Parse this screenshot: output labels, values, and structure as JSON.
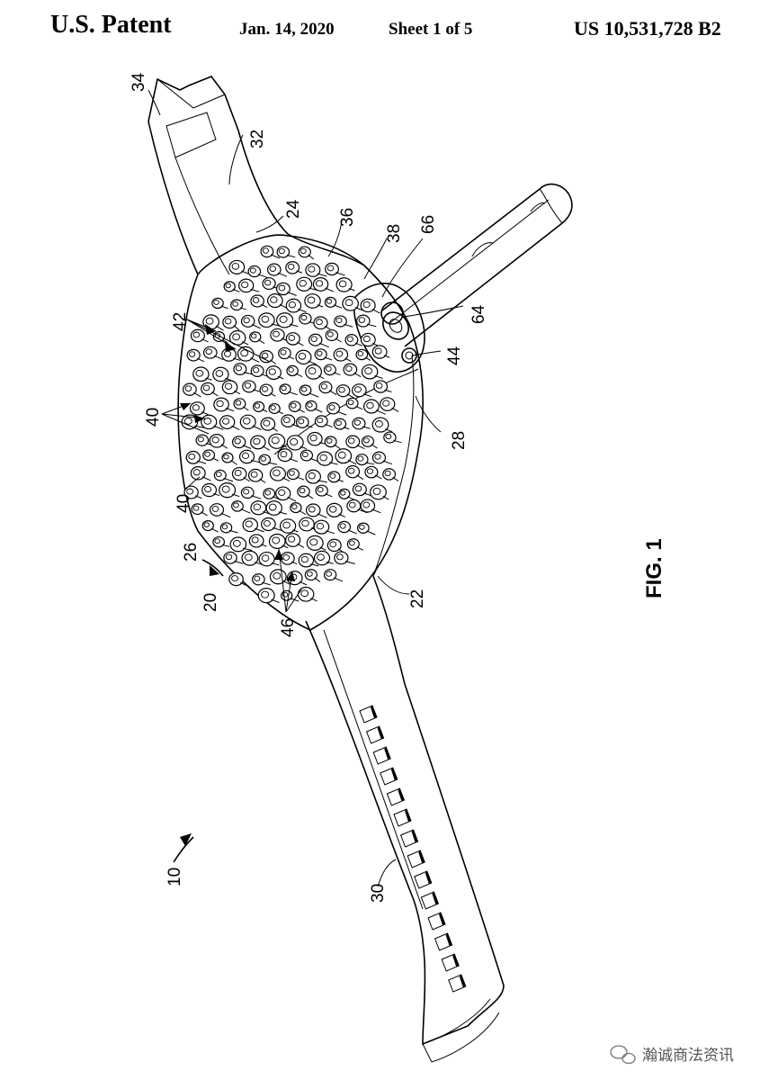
{
  "header": {
    "title": "U.S. Patent",
    "date": "Jan. 14, 2020",
    "sheet": "Sheet 1 of 5",
    "patent_number": "US 10,531,728 B2"
  },
  "figure": {
    "label": "FIG. 1",
    "reference_numerals": [
      "34",
      "32",
      "24",
      "36",
      "38",
      "66",
      "64",
      "44",
      "42",
      "40",
      "40",
      "28",
      "26",
      "20",
      "22",
      "46",
      "10",
      "30"
    ]
  },
  "watermark": {
    "text": "瀚诚商法资讯"
  },
  "colors": {
    "ink": "#000000",
    "paper": "#ffffff",
    "watermark": "#555555"
  }
}
